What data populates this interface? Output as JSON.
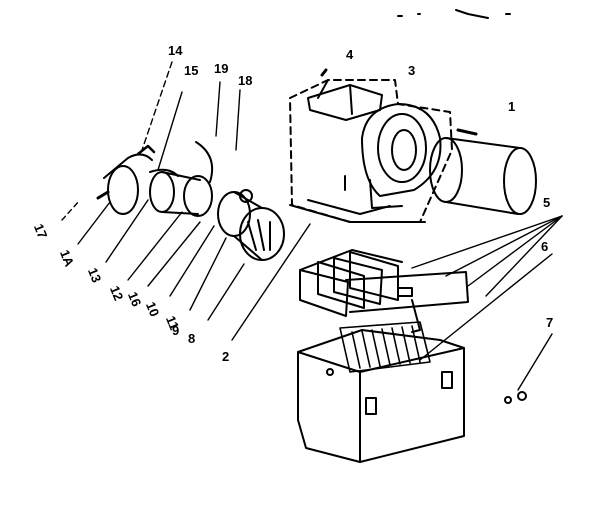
{
  "diagram": {
    "ink_color": "#000000",
    "paper_color": "#ffffff",
    "callouts": {
      "c1": "1",
      "c3": "3",
      "c4": "4",
      "c5": "5",
      "c6": "6",
      "c7": "7",
      "c2": "2",
      "c8": "8",
      "c9": "9",
      "c10": "10",
      "c11": "11",
      "c12": "12",
      "c13": "13",
      "c14": "14",
      "c15": "15",
      "c16": "16",
      "c17": "17",
      "c18": "18",
      "c19": "19",
      "c1a": "1A"
    }
  }
}
